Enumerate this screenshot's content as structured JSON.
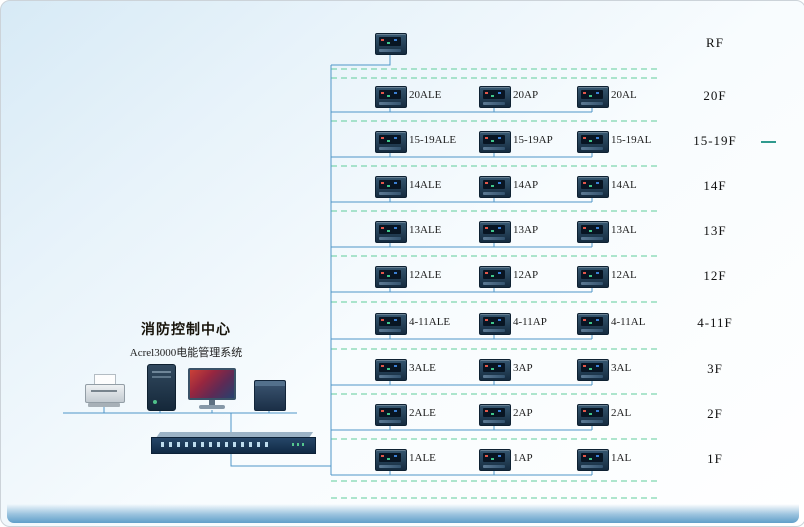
{
  "control_center": {
    "title": "消防控制中心",
    "subtitle": "Acrel3000电能管理系统"
  },
  "roof": {
    "label": "RF"
  },
  "floors": [
    {
      "label": "20F",
      "devices": [
        "20ALE",
        "20AP",
        "20AL"
      ]
    },
    {
      "label": "15-19F",
      "devices": [
        "15-19ALE",
        "15-19AP",
        "15-19AL"
      ]
    },
    {
      "label": "14F",
      "devices": [
        "14ALE",
        "14AP",
        "14AL"
      ]
    },
    {
      "label": "13F",
      "devices": [
        "13ALE",
        "13AP",
        "13AL"
      ]
    },
    {
      "label": "12F",
      "devices": [
        "12ALE",
        "12AP",
        "12AL"
      ]
    },
    {
      "label": "4-11F",
      "devices": [
        "4-11ALE",
        "4-11AP",
        "4-11AL"
      ]
    },
    {
      "label": "3F",
      "devices": [
        "3ALE",
        "3AP",
        "3AL"
      ]
    },
    {
      "label": "2F",
      "devices": [
        "2ALE",
        "2AP",
        "2AL"
      ]
    },
    {
      "label": "1F",
      "devices": [
        "1ALE",
        "1AP",
        "1AL"
      ]
    }
  ],
  "colors": {
    "wire": "#4f96c8",
    "separator": "#5fcd9b",
    "edge_mark": "#2f9a8e",
    "device_body": "#1c3248",
    "background_top": "#d7eaf6"
  }
}
